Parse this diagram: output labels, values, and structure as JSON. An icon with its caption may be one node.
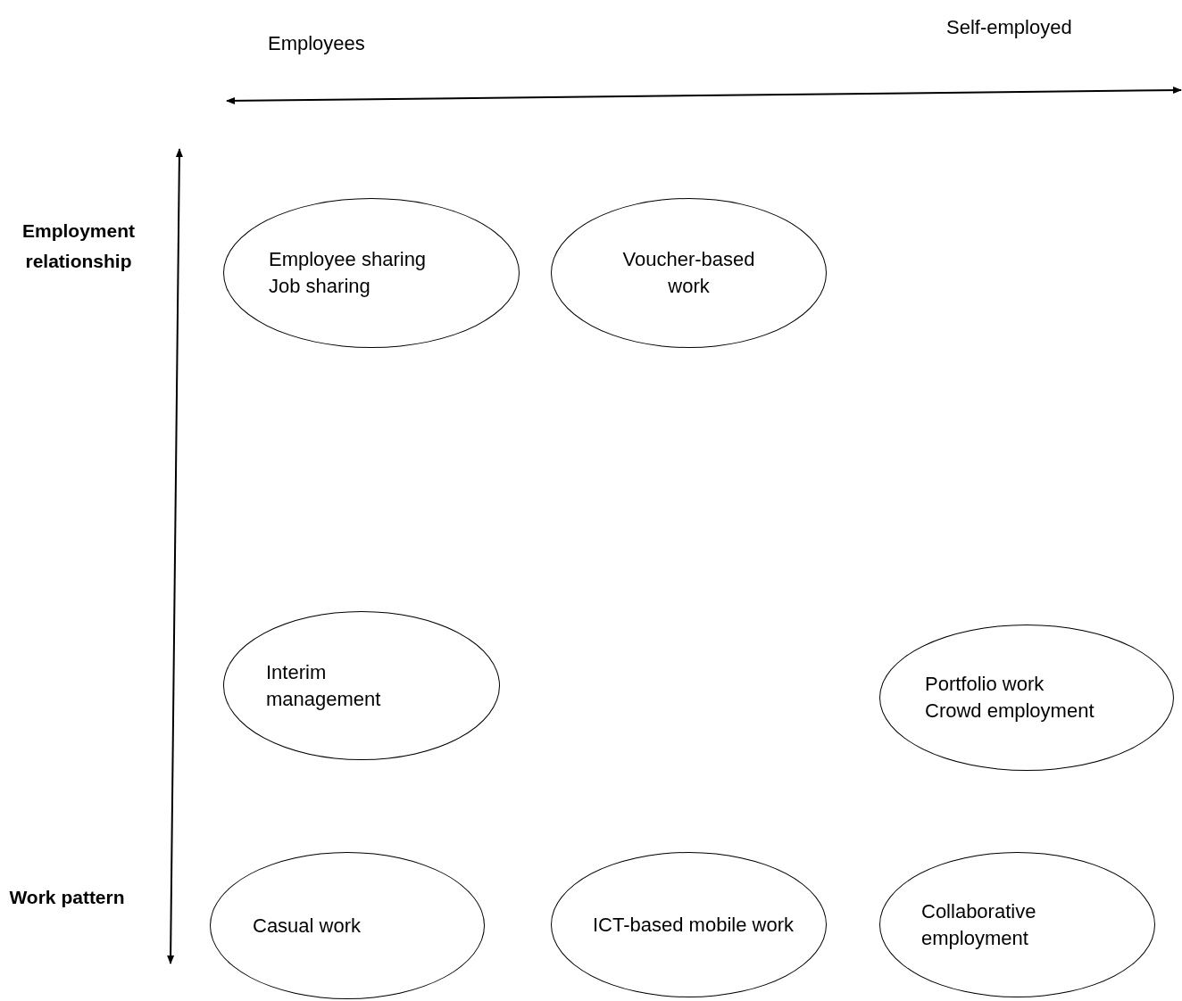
{
  "diagram": {
    "nodes": [
      {
        "text": [
          "Employee sharing",
          "Job sharing"
        ]
      },
      {
        "text": [
          "Voucher-based work"
        ]
      },
      {
        "text": [
          "Interim management"
        ]
      },
      {
        "text": [
          "Portfolio work",
          "Crowd employment"
        ]
      },
      {
        "text": [
          "Casual work"
        ]
      },
      {
        "text": [
          "ICT-based mobile work"
        ]
      },
      {
        "text": [
          "Collaborative employment"
        ]
      }
    ],
    "labels": [
      "Employees",
      "Self-employed",
      "Employment relationship",
      "Work pattern"
    ]
  }
}
